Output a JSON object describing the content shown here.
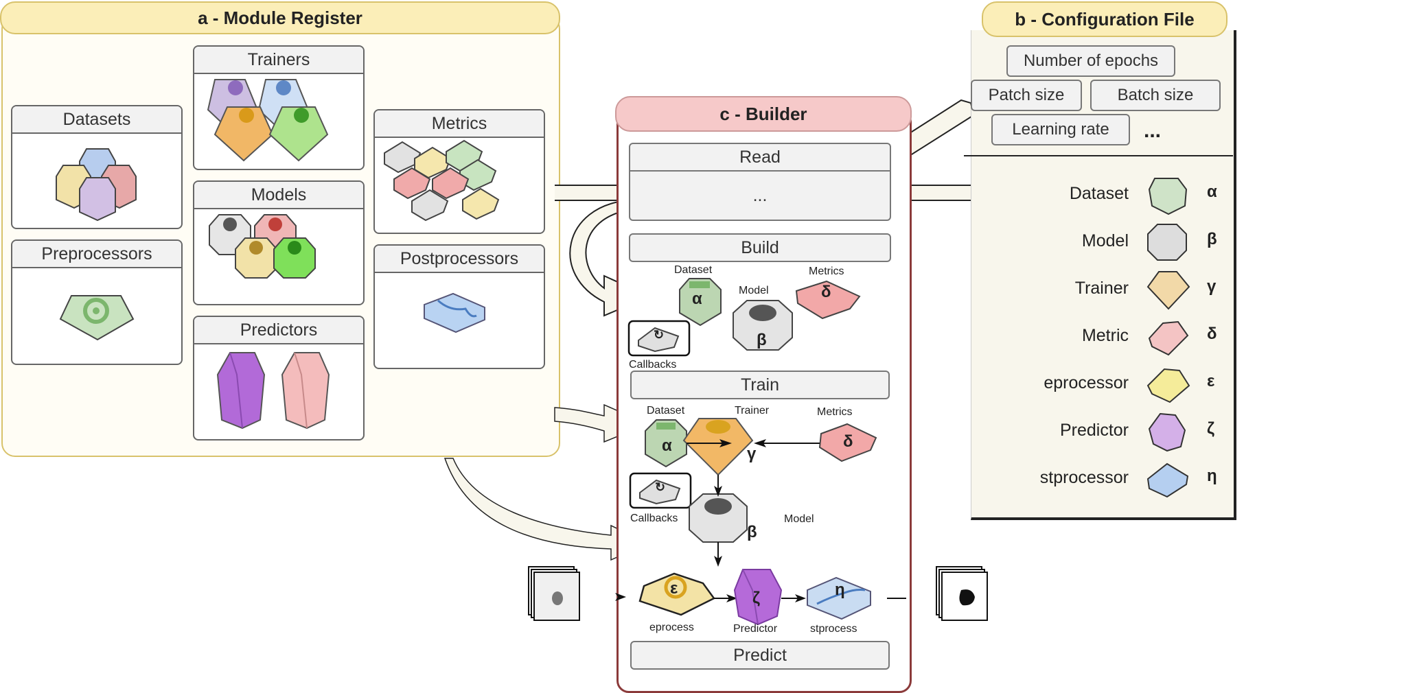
{
  "module_register": {
    "title": "a - Module Register",
    "sections": {
      "datasets": "Datasets",
      "trainers": "Trainers",
      "metrics": "Metrics",
      "models": "Models",
      "preprocessors": "Preprocessors",
      "postprocessors": "Postprocessors",
      "predictors": "Predictors"
    }
  },
  "configuration_file": {
    "title": "b - Configuration File",
    "params": [
      "Number of epochs",
      "Patch size",
      "Batch size",
      "Learning rate"
    ],
    "ellipsis": "...",
    "legend": [
      {
        "label": "Dataset",
        "symbol": "α",
        "color": "#cfe3c8"
      },
      {
        "label": "Model",
        "symbol": "β",
        "color": "#dddddd"
      },
      {
        "label": "Trainer",
        "symbol": "γ",
        "color": "#f2d9a8"
      },
      {
        "label": "Metric",
        "symbol": "δ",
        "color": "#f4c4c4"
      },
      {
        "label": "eprocessor",
        "symbol": "ε",
        "color": "#f5ec9a"
      },
      {
        "label": "Predictor",
        "symbol": "ζ",
        "color": "#d4b0e8"
      },
      {
        "label": "stprocessor",
        "symbol": "η",
        "color": "#b5cff0"
      }
    ]
  },
  "builder": {
    "title": "c - Builder",
    "stages": {
      "read": "Read",
      "read_body": "...",
      "build": "Build",
      "train": "Train",
      "predict": "Predict"
    },
    "build_nodes": {
      "dataset_label": "Dataset",
      "dataset_symbol": "α",
      "model_label": "Model",
      "model_symbol": "β",
      "metrics_label": "Metrics",
      "metrics_symbol": "δ",
      "callbacks_label": "Callbacks",
      "callbacks_symbol": "↻"
    },
    "train_nodes": {
      "dataset_label": "Dataset",
      "dataset_symbol": "α",
      "trainer_label": "Trainer",
      "trainer_symbol": "γ",
      "metrics_label": "Metrics",
      "metrics_symbol": "δ",
      "callbacks_label": "Callbacks",
      "callbacks_symbol": "↻",
      "model_label": "Model",
      "model_symbol": "β"
    },
    "predict_nodes": {
      "preprocess_label": "eprocess",
      "preprocess_symbol": "ε",
      "predictor_label": "Predictor",
      "predictor_symbol": "ζ",
      "postprocess_label": "stprocess",
      "postprocess_symbol": "η"
    }
  },
  "colors": {
    "register_bg": "#fffdf5",
    "register_title": "#fbeeb8",
    "builder_title": "#f6c9c9",
    "config_bg": "#f8f6ec",
    "dataset_green": "#b9d4ad",
    "trainer_orange": "#f2b866",
    "metric_pink": "#f2a8a8",
    "model_grey": "#d9d9d9",
    "predictor_purple": "#b56ad9",
    "preproc_yellow": "#f3e3a6",
    "postproc_blue": "#bcd6f2"
  }
}
